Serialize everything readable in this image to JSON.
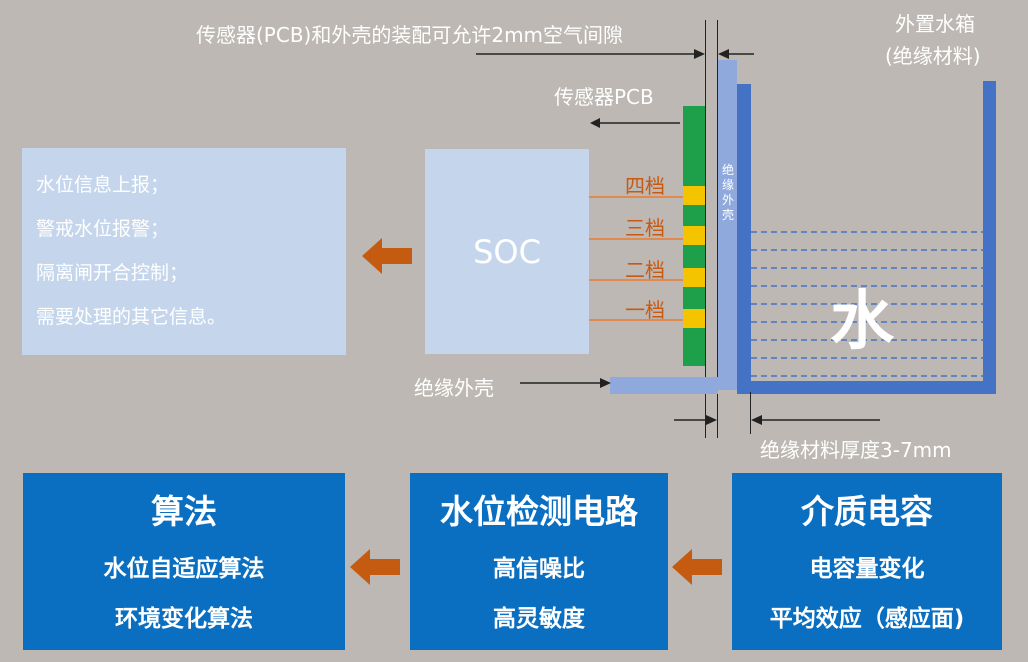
{
  "annotations": {
    "air_gap": "传感器(PCB)和外壳的装配可允许2mm空气间隙",
    "external_tank": "外置水箱",
    "external_tank_material": "(绝缘材料)",
    "sensor_pcb": "传感器PCB",
    "insulating_shell_vertical": "绝缘外壳",
    "insulating_shell": "绝缘外壳",
    "thickness": "绝缘材料厚度3-7mm",
    "water": "水"
  },
  "info_box": {
    "lines": [
      "水位信息上报；",
      "警戒水位报警；",
      "隔离闸开合控制；",
      "需要处理的其它信息。"
    ]
  },
  "soc": {
    "label": "SOC"
  },
  "gears": [
    "四档",
    "三档",
    "二档",
    "一档"
  ],
  "bottom": {
    "algorithm": {
      "title": "算法",
      "lines": [
        "水位自适应算法",
        "环境变化算法"
      ]
    },
    "circuit": {
      "title": "水位检测电路",
      "lines": [
        "高信噪比",
        "高灵敏度"
      ]
    },
    "capacitance": {
      "title": "介质电容",
      "lines": [
        "电容量变化",
        "平均效应（感应面)"
      ]
    }
  },
  "colors": {
    "background": "#bdb8b3",
    "light_box": "#c5d6ec",
    "blue_box": "#0b6fc1",
    "shell_blue": "#4472c4",
    "pcb_green": "#1ea04a",
    "gear_yellow": "#f5c400",
    "arrow_orange": "#c55a11"
  }
}
